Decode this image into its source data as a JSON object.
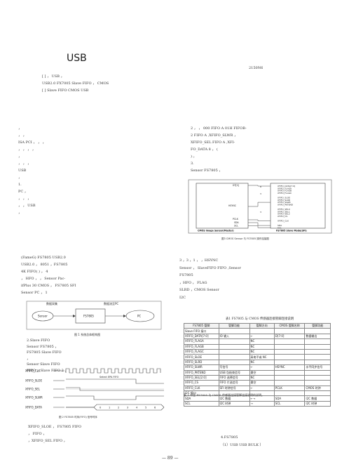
{
  "header": {
    "title": "USB",
    "page_no": "2150N6",
    "abstract_lines": [
      "[ ]                                        ，     USB              ，     ",
      "      USB2.0        FX7005     Slave    FIFO        ，                CMOS                ",
      "[ ]   Slave  FIFO   CMOS   USB"
    ]
  },
  "left_col": {
    "paragraphs": [
      [
        "                                    ，",
        "   ，                                          ，",
        "ISA    PCI   ，          ，          ，",
        "   ，              ，        ，        ，",
        "          ，",
        "   ，                   ，                    ，",
        "                  USB",
        "     ，",
        "1.",
        "                     PC                               ，",
        "       ，                  ，                     ，",
        "    ，                         ，              USB",
        "                       ，"
      ],
      [
        "         (FameG)    FS7805           USB2.0",
        "USB2.0     ，     8051              ，FS7805",
        "          4K       FIFO(         )  ，   4",
        "  ，          HFO     ，          ，   Sensor        Pac-",
        "ifPlus        30         CMOS    ，        FS7805     SFI",
        "Sensor            PC      ，            1"
      ],
      [
        "2.Slave    FIFO",
        "          Sensor                           FS7805          ，",
        "          FS7805                                            Slave   FIFO",
        "    ，",
        "    Sensor              Slave    FIFO",
        "FIFO    ，Slave    FIFO                       2              ，"
      ]
    ],
    "bottom_lines": [
      "    XFIFO_SLOE            ，             FS7805         FIFO",
      "          ，                             FIFO              ，",
      "              ，XFIFO_SEL    FIFO               ，"
    ]
  },
  "fig1": {
    "caption": "图 1  系统总体框构图",
    "label_top_left": "数据采集",
    "label_top_right": "数据流至PC",
    "blocks": [
      "Sensor",
      "FS7805",
      "PC"
    ]
  },
  "fig2": {
    "caption": "图 2  FS7805 时序(FIFO)  信号时序",
    "signals": [
      "XFIFO_CLK",
      "XFIFO_SLOE",
      "XFIFO_SEL",
      "XFIFO_SLWR",
      "XFIFO_DATA"
    ],
    "annotation": "Select EPA FIFO",
    "data_marks": [
      "0",
      "1",
      "2",
      "3",
      "4",
      "5",
      "6"
    ]
  },
  "right_col": {
    "top_lines": [
      "     2       ，                     ，       000      FIFO A 01H       FIFOB-",
      "     2         FIFO A       ,XFIFO_SLWR       ，",
      "XFIFO_SEL                     FIFO A          ,XFI-",
      "FO_DATA   8          ，                         (",
      "      )     。",
      "3.",
      "Sensor     FS7805                   ，"
    ],
    "mid_lines": [
      "     3  ，3              ，1            ，         ，HSYNC",
      "Sensor          ，           SlaveFIFO      FIFO           ,Sensor",
      "          FS7805",
      "                     ，HFO                          ，          FLAG",
      "                SLRD         ，CMOS Sensor",
      "I2C"
    ],
    "bottom_lines": [
      "4.FS7805",
      "（1）USB                         USB BULK       ）"
    ]
  },
  "fig3": {
    "caption": "图3   CMOS Sensor 与 FS7805 操作连接图",
    "left_block_top": "DT[0]",
    "left_block_mid": "HSYNC",
    "left_block_pclk": "PCLK",
    "left_block_sda": "SDA",
    "left_block_scl": "SCL",
    "left_title": "CMOS Image Sensor(Master)",
    "right_title": "FS7805 Slave Mode(SFI)",
    "right_pins": [
      "XFIFO_DATA[7:0]",
      "XFIFO_FLAGA",
      "XFIFO_FLAGB",
      "XFIFO_FLAGC",
      "",
      "XFIFO_SLOE",
      "XFIFO_SLRD",
      "XFIFO_SLWR",
      "XFIFO_PKTEND",
      "",
      "XFIFO_SEL0",
      "XFIFO_SEL1",
      "XFIFO_SEL2",
      "XFIFO_CS",
      "",
      "XFIFO_CLK",
      "",
      "SDA",
      "SCL"
    ],
    "bus_marks": [
      "8",
      "3",
      "3"
    ]
  },
  "table1": {
    "caption": "表1   FS7805 与 CMOS 传感器连接管脚连接说明",
    "headers": [
      "FS7805 管脚",
      "管脚功能",
      "管脚方向",
      "CMOS 管脚名称",
      "管脚功能"
    ],
    "rows": [
      [
        "Slave FIFO 接口",
        "",
        "",
        "",
        ""
      ],
      [
        "XFIFO_DATA[7:0]",
        "IO 输入",
        "←",
        "D[7:0]",
        "数据输出"
      ],
      [
        "XFIFO_FLAGA",
        "",
        "NC",
        "",
        ""
      ],
      [
        "XFIFO_FLAGB",
        "",
        "NC",
        "",
        ""
      ],
      [
        "XFIFO_FLAGC",
        "",
        "NC",
        "",
        ""
      ],
      [
        "XFIFO_SLOE",
        "",
        "高电平或 NC",
        "",
        ""
      ],
      [
        "XFIFO_SLRD",
        "",
        "NC",
        "",
        ""
      ],
      [
        "XFIFO_SLWR",
        "写信号",
        "←",
        "HSYNC",
        "水平同步信号"
      ],
      [
        "XFIFO_PKTEND",
        "USB 包结束信号",
        "悬空",
        "",
        ""
      ],
      [
        "XFIFO_SEL[2:0]",
        "FIFO 选择信号",
        "NC",
        "",
        ""
      ],
      [
        "XFIFO_CS",
        "FIFO 片选信号",
        "悬空",
        "",
        ""
      ],
      [
        "XFIFO_CLK",
        "SFI 时钟信号",
        "←",
        "PCLK",
        "CMOS 时钟"
      ],
      [
        "I2C 接口",
        "",
        "",
        "",
        ""
      ],
      [
        "SDA",
        "I2C 数据",
        "←→",
        "SDA",
        "I2C 数据"
      ],
      [
        "SCL",
        "I2C 时钟",
        "→",
        "SCL",
        "I2C 时钟"
      ]
    ],
    "note": "表 1 中是 FS7805 与 CMOS 传感器连接管脚连接说明的说明。"
  },
  "footer": {
    "page_number": "— 89 —"
  }
}
